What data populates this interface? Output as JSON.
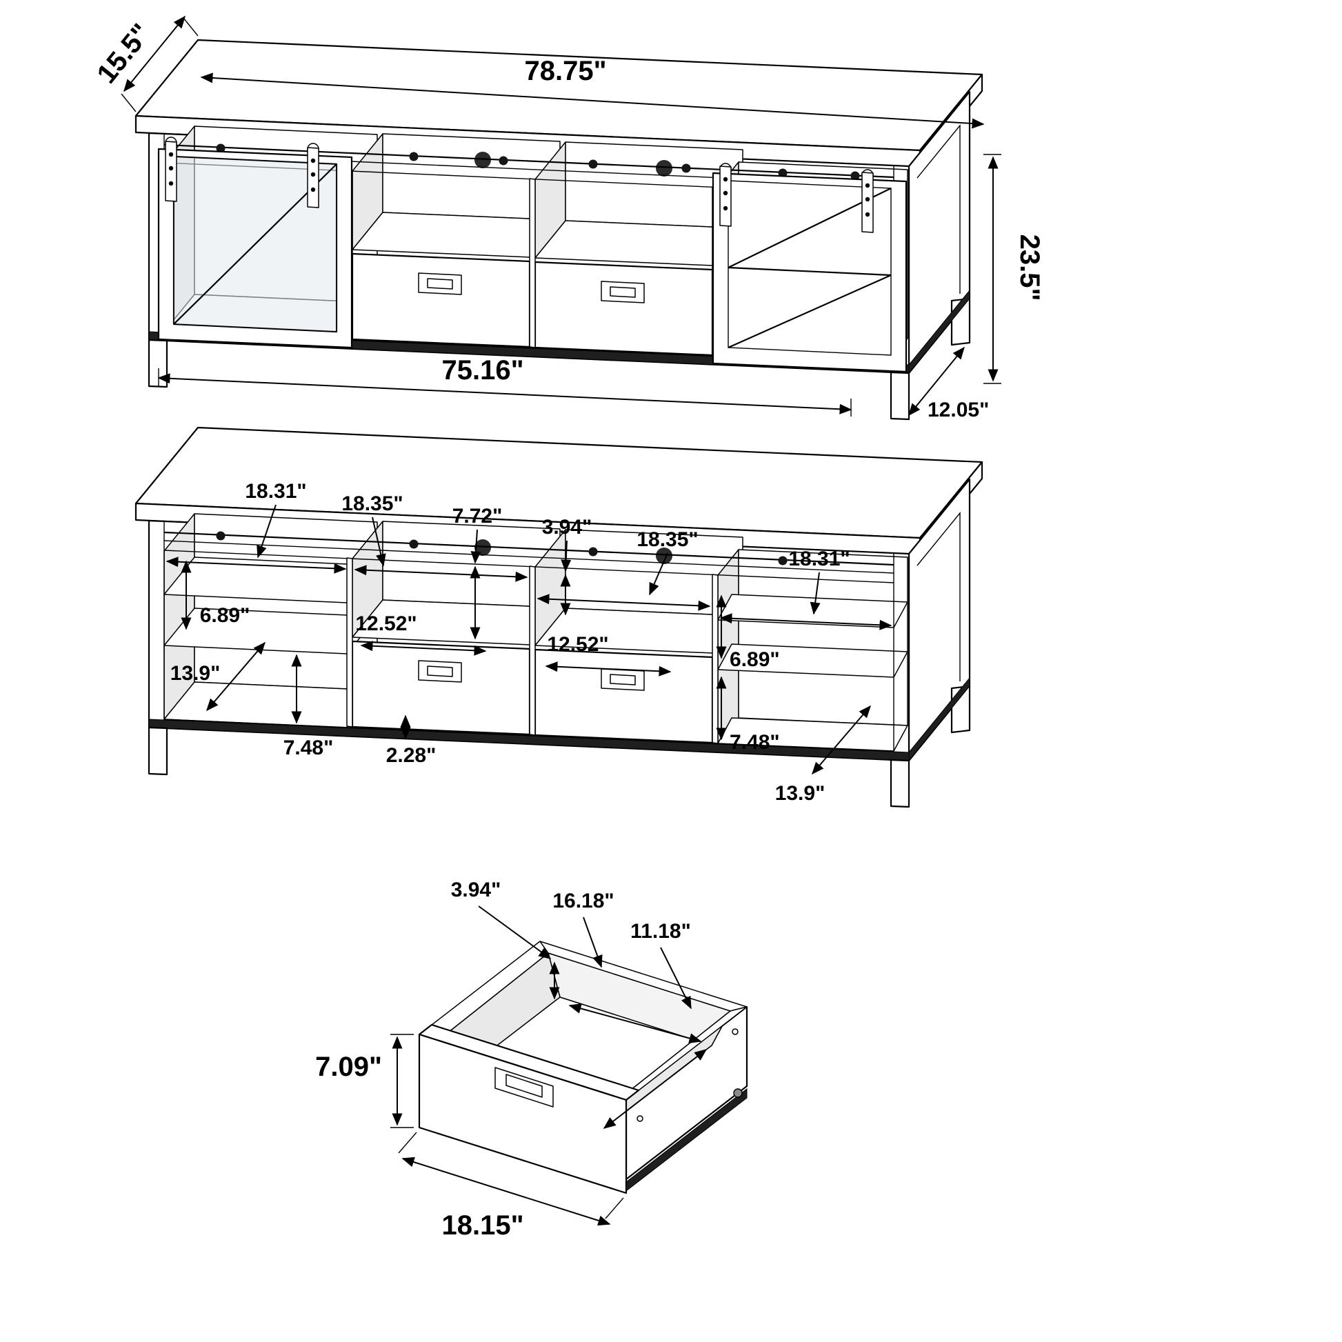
{
  "overview": {
    "overall_depth": "15.5\"",
    "overall_width": "78.75\"",
    "overall_height": "23.5\"",
    "base_width": "75.16\"",
    "leg_depth": "12.05\""
  },
  "interior": {
    "left_bay_width": "18.31\"",
    "left_mid_bay_width": "18.35\"",
    "center_opening_height": "7.72\"",
    "cable_hole_width": "3.94\"",
    "right_mid_bay_width": "18.35\"",
    "right_bay_width": "18.31\"",
    "left_upper_opening_height": "6.89\"",
    "left_drawer_width": "12.52\"",
    "right_drawer_width": "12.52\"",
    "right_upper_opening_height": "6.89\"",
    "left_shelf_depth": "13.9\"",
    "left_lower_opening_height": "7.48\"",
    "base_height": "2.28\"",
    "right_lower_opening_height": "7.48\"",
    "right_shelf_depth": "13.9\""
  },
  "drawer": {
    "inner_height": "3.94\"",
    "inner_width": "16.18\"",
    "inner_depth": "11.18\"",
    "front_height": "7.09\"",
    "bottom_width": "18.15\""
  }
}
